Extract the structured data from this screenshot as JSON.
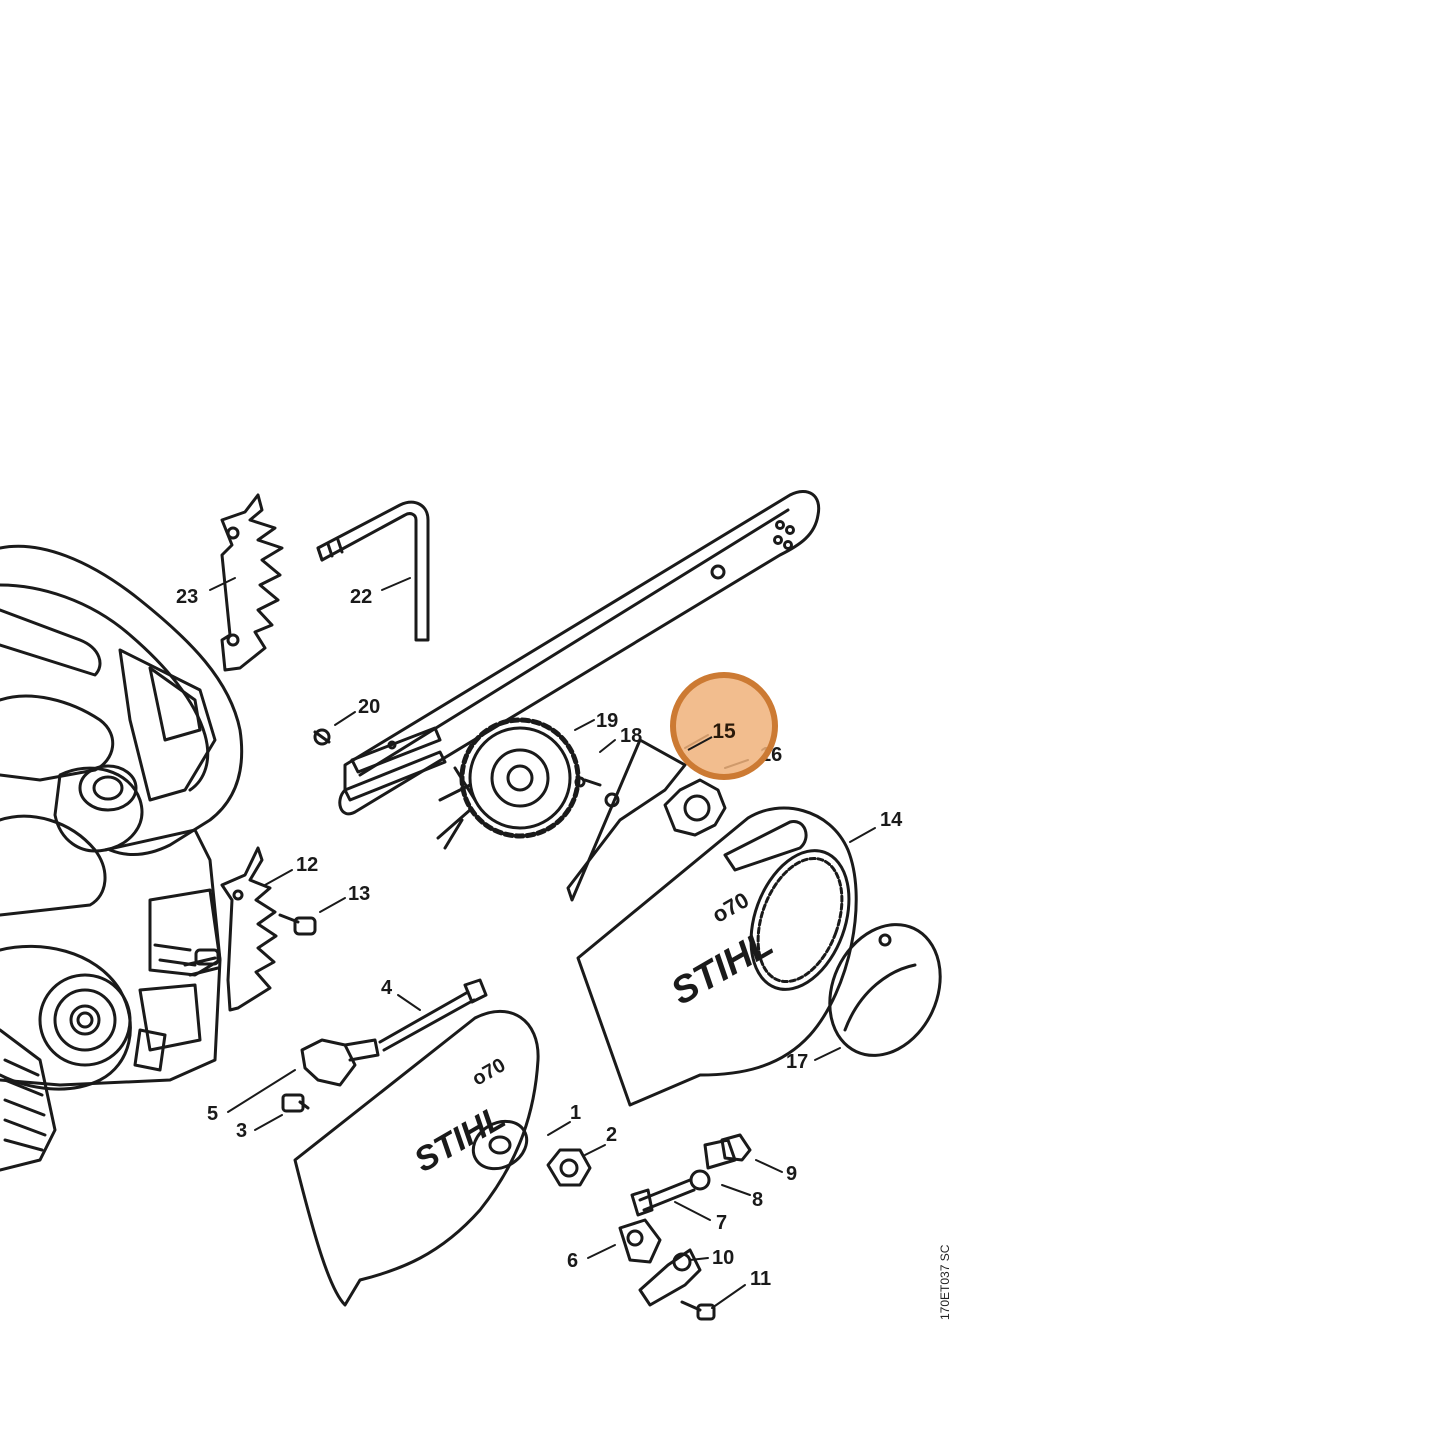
{
  "diagram": {
    "code": "170ET037 SC",
    "brand_text": "STIHL",
    "logo_text": "o70",
    "highlight": {
      "label": "15",
      "color": "#cc7a33",
      "fill": "#f0b27a"
    },
    "callouts": [
      {
        "id": "1",
        "label": "1"
      },
      {
        "id": "2",
        "label": "2"
      },
      {
        "id": "3",
        "label": "3"
      },
      {
        "id": "4",
        "label": "4"
      },
      {
        "id": "5",
        "label": "5"
      },
      {
        "id": "6",
        "label": "6"
      },
      {
        "id": "7",
        "label": "7"
      },
      {
        "id": "8",
        "label": "8"
      },
      {
        "id": "9",
        "label": "9"
      },
      {
        "id": "10",
        "label": "10"
      },
      {
        "id": "11",
        "label": "11"
      },
      {
        "id": "12",
        "label": "12"
      },
      {
        "id": "13",
        "label": "13"
      },
      {
        "id": "14",
        "label": "14"
      },
      {
        "id": "16",
        "label": "16"
      },
      {
        "id": "17",
        "label": "17"
      },
      {
        "id": "18",
        "label": "18"
      },
      {
        "id": "19",
        "label": "19"
      },
      {
        "id": "20",
        "label": "20"
      },
      {
        "id": "22",
        "label": "22"
      },
      {
        "id": "23",
        "label": "23"
      }
    ]
  }
}
